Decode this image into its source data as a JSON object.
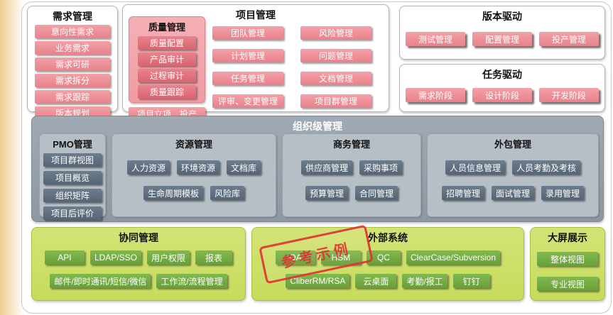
{
  "palette": {
    "pink_tile": "#ec8b93",
    "pink_panel": "#f2a6ad",
    "gray_panel": "#96a0aa",
    "gray_subpanel": "#b6bec6",
    "gray_tile": "#5f7080",
    "green_panel": "#cde06a",
    "green_tile": "#74ad42",
    "stamp_red": "#e03434"
  },
  "stamp": {
    "label": "参考示例"
  },
  "sections": {
    "requirements": {
      "title": "需求管理",
      "items": [
        "意向性需求",
        "业务需求",
        "需求可研",
        "需求拆分",
        "需求跟踪",
        "版本规划"
      ]
    },
    "project": {
      "title": "项目管理",
      "quality": {
        "title": "质量管理",
        "items": [
          "质量配置",
          "产品审计",
          "过程审计",
          "质量跟踪"
        ]
      },
      "startup": "项目立项、投产",
      "col1": [
        "团队管理",
        "计划管理",
        "任务管理",
        "评审、变更管理"
      ],
      "col2": [
        "风险管理",
        "问题管理",
        "文档管理",
        "项目群管理"
      ]
    },
    "version_driven": {
      "title": "版本驱动",
      "items": [
        "测试管理",
        "配置管理",
        "投产管理"
      ]
    },
    "task_driven": {
      "title": "任务驱动",
      "items": [
        "需求阶段",
        "设计阶段",
        "开发阶段"
      ]
    },
    "organization": {
      "title": "组织级管理",
      "pmo": {
        "title": "PMO管理",
        "items": [
          "项目群视图",
          "项目概览",
          "组织矩阵",
          "项目后评价"
        ]
      },
      "resource": {
        "title": "资源管理",
        "row1": [
          "人力资源",
          "环境资源",
          "文档库"
        ],
        "row2": [
          "生命周期模板",
          "风险库"
        ]
      },
      "business": {
        "title": "商务管理",
        "row1": [
          "供应商管理",
          "采购事项"
        ],
        "row2": [
          "预算管理",
          "合同管理"
        ]
      },
      "outsourcing": {
        "title": "外包管理",
        "row1": [
          "人员信息管理",
          "人员考勤及考核"
        ],
        "row2": [
          "招聘管理",
          "面试管理",
          "录用管理"
        ]
      }
    },
    "collaboration": {
      "title": "协同管理",
      "row1": [
        "API",
        "LDAP/SSO",
        "用户权限",
        "报表"
      ],
      "row2": [
        "邮件/即时通讯/短信/微信",
        "工作流/流程管理"
      ]
    },
    "external_systems": {
      "title": "外部系统",
      "row1": [
        "OA",
        "HSM",
        "QC",
        "ClearCase/Subversion"
      ],
      "row2": [
        "CliberRM/RSA",
        "云桌面",
        "考勤/报工",
        "钉钉"
      ]
    },
    "big_screen": {
      "title": "大屏展示",
      "items": [
        "整体视图",
        "专业视图"
      ]
    }
  }
}
